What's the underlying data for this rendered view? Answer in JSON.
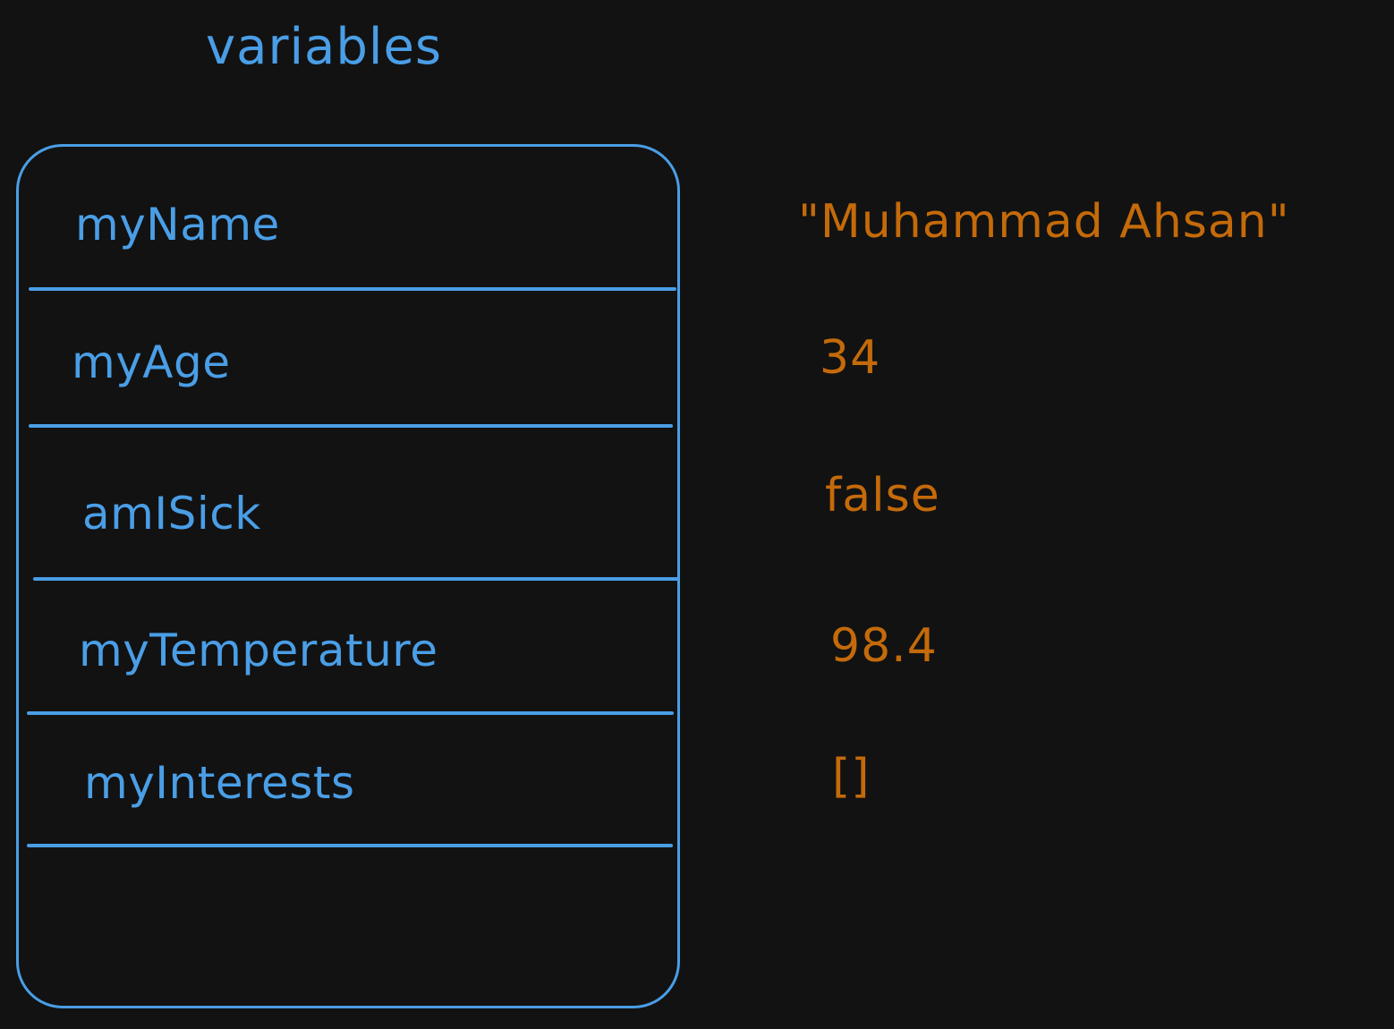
{
  "diagram": {
    "title": "variables",
    "rows": [
      {
        "name": "myName",
        "value": "\"Muhammad Ahsan\""
      },
      {
        "name": "myAge",
        "value": "34"
      },
      {
        "name": "amISick",
        "value": "false"
      },
      {
        "name": "myTemperature",
        "value": "98.4"
      },
      {
        "name": "myInterests",
        "value": "[]"
      }
    ],
    "colors": {
      "background": "#121212",
      "variable": "#4a9ee6",
      "value": "#c46a0a"
    }
  }
}
